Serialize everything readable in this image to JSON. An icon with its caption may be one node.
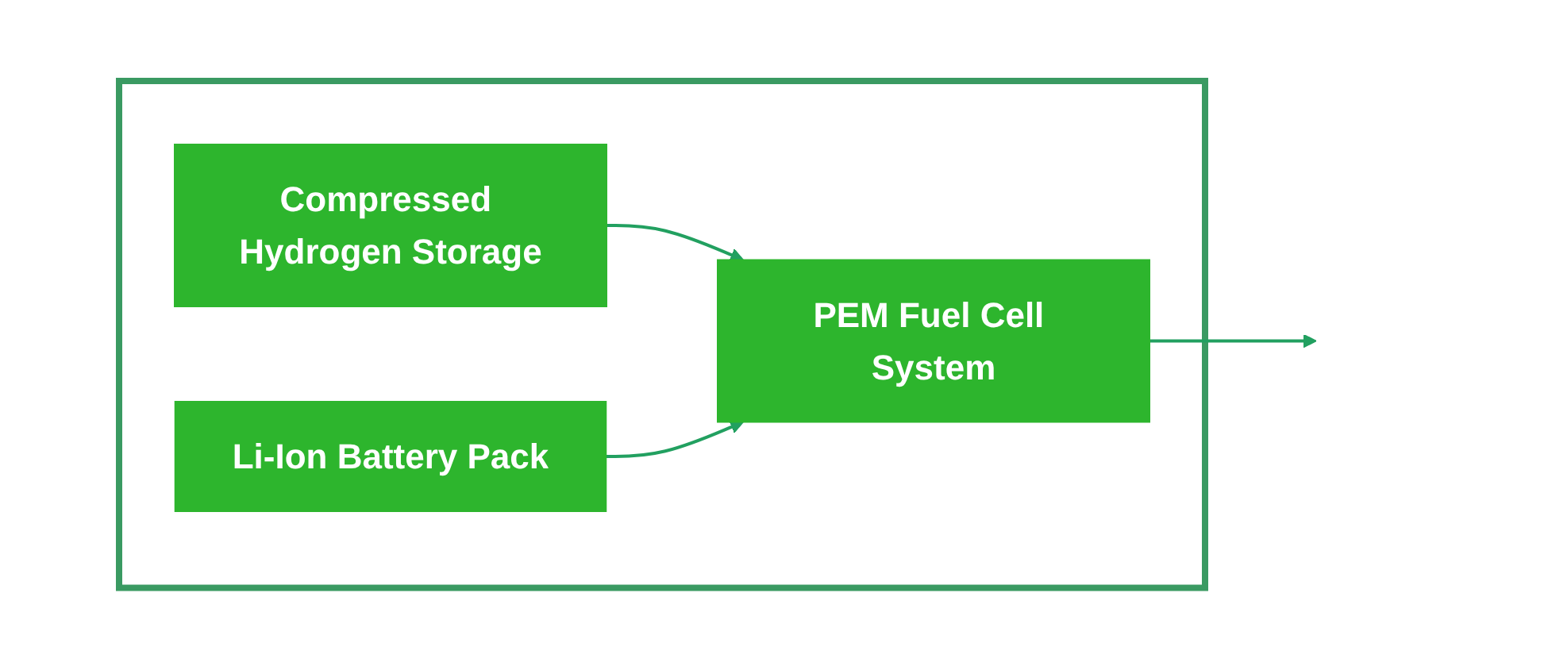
{
  "diagram": {
    "nodes": [
      {
        "text": [],
        "shape": "box"
      },
      {
        "text": [
          "Compressed Hydrogen Storage"
        ],
        "in": 0
      },
      {
        "text": [
          "PEM Fuel Cell System"
        ],
        "in": 0
      },
      {
        "text": [
          "Li-Ion Battery Pack"
        ],
        "in": 0
      }
    ],
    "edges": [
      {
        "from": 1,
        "to": 2,
        "arrow": "to"
      },
      {
        "from": 3,
        "to": 2,
        "arrow": "to"
      },
      {
        "from": 2,
        "to": null,
        "arrow": "to"
      }
    ]
  }
}
